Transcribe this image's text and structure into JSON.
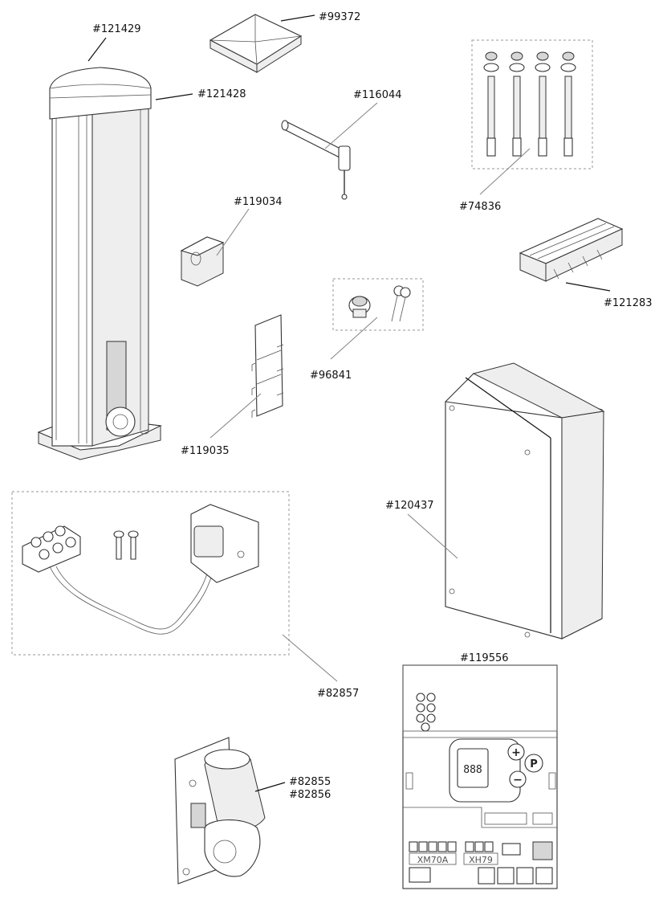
{
  "labels": {
    "p121429": "#121429",
    "p99372": "#99372",
    "p121428": "#121428",
    "p116044": "#116044",
    "p74836": "#74836",
    "p119034": "#119034",
    "p121283": "#121283",
    "p96841": "#96841",
    "p119035": "#119035",
    "p120437": "#120437",
    "p82857": "#82857",
    "p119556": "#119556",
    "p82855": "#82855",
    "p82856": "#82856"
  },
  "board": {
    "tag1": "XM70A",
    "tag2": "XH79",
    "display": "888",
    "plus": "+",
    "prog": "P",
    "minus": "−"
  },
  "colors": {
    "line": "#111111",
    "part_outline": "#333333",
    "dashed_box": "#aaaaaa"
  }
}
